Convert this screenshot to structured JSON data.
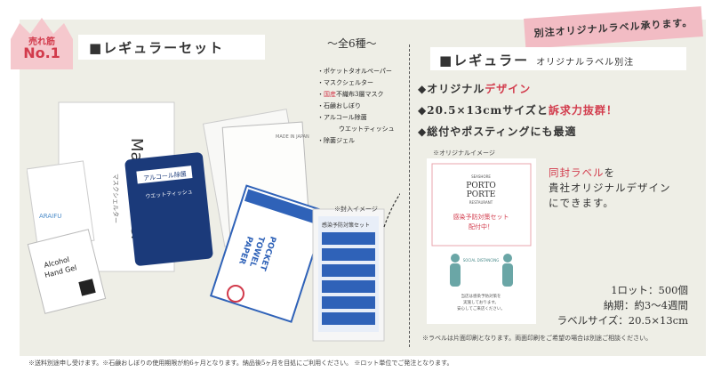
{
  "badge": {
    "small": "売れ筋",
    "big": "No.1"
  },
  "left_title": "■レギュラーセット",
  "ribbon_text": "別注オリジナルラベル承ります。",
  "variety": {
    "title": "〜全6種〜",
    "items": [
      {
        "text": "・ポケットタオルペーパー"
      },
      {
        "text": "・マスクシェルター"
      },
      {
        "red": "国産",
        "text": "・国産不織布3層マスク"
      },
      {
        "text": "・石鹸おしぼり"
      },
      {
        "text": "・アルコール除菌"
      },
      {
        "text": "ウエットティッシュ",
        "indent": true
      },
      {
        "text": "・除菌ジェル"
      }
    ]
  },
  "right_title": {
    "main": "■レギュラー",
    "sub": "オリジナルラベル別注"
  },
  "features": [
    {
      "prefix": "◆オリジナル",
      "red": "デザイン",
      "suffix": ""
    },
    {
      "prefix": "◆20.5×13cmサイズと",
      "red": "訴求力抜群！",
      "suffix": ""
    },
    {
      "prefix": "◆総付やポスティングにも最適",
      "red": "",
      "suffix": ""
    }
  ],
  "sample_label": "※オリジナルイメージ",
  "sample_card": {
    "brand_top": "SEASHORE",
    "brand_1": "PORTO",
    "brand_2": "PORTE",
    "brand_bottom": "RESTAURANT",
    "campaign_1": "感染予防対策セット",
    "campaign_2": "配付中！",
    "distancing": "SOCIAL DISTANCING",
    "msg_1": "当店は感染予防対策を",
    "msg_2": "実施しております。",
    "msg_3": "安心してご来店ください。"
  },
  "label_desc": {
    "red": "同封ラベル",
    "line1_rest": "を",
    "line2": "貴社オリジナルデザイン",
    "line3": "にできます。"
  },
  "specs": [
    "1ロット：500個",
    "納期：約3〜4週間",
    "ラベルサイズ：20.5×13cm"
  ],
  "note_right": "※ラベルは片面印刷となります。両面印刷をご希望の場合は別途ご相談ください。",
  "note_bottom": "※送料別途申し受けます。※石鹸おしぼりの使用期限が約6ヶ月となります。納品後5ヶ月を目処にご利用ください。 ※ロット単位でご発注となります。",
  "enclose_label": "※封入イメージ",
  "products": {
    "mask_shelter": "Mask Shelter",
    "mask_shelter_sub": "マスクシェルター",
    "araifu": "ARAIFU",
    "hand_gel_1": "Alcohol",
    "hand_gel_2": "Hand Gel",
    "wet_tissue": "アルコール除菌",
    "wet_tissue_sub": "ウエットティッシュ",
    "pocket_1": "POCKET",
    "pocket_2": "TOWEL",
    "pocket_3": "PAPER",
    "made_in_japan": "MADE IN JAPAN",
    "enclose_header": "感染予防対策セット"
  },
  "colors": {
    "accent": "#d23b4c",
    "panel": "#eeeee6",
    "ribbon": "#f2bcc4",
    "navy": "#1b3a7a",
    "blue": "#2f62b8"
  }
}
